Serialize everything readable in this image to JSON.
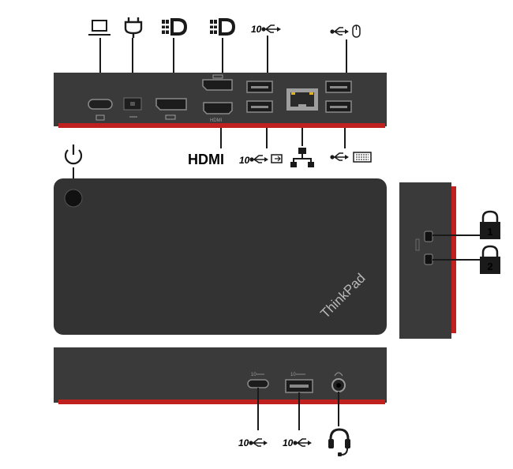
{
  "labels": {
    "hdmi": "HDMI",
    "usb_10": "10",
    "brand": "ThinkPad",
    "port_hdmi_text": "HDMI",
    "lock_1": "1",
    "lock_2": "2"
  },
  "colors": {
    "dock_body": "#3a3a3a",
    "dock_top": "#333333",
    "accent_red": "#c0211f",
    "port_grey": "#9e9e9e",
    "icon": "#1a1a1a"
  },
  "icons": [
    "laptop-icon",
    "power-plug-icon",
    "displayport-icon",
    "displayport-icon",
    "usb-icon",
    "usb-mouse-icon",
    "ethernet-icon",
    "usb-keyboard-icon",
    "usb-display-icon",
    "power-button-icon",
    "lock-icon",
    "headset-icon"
  ]
}
